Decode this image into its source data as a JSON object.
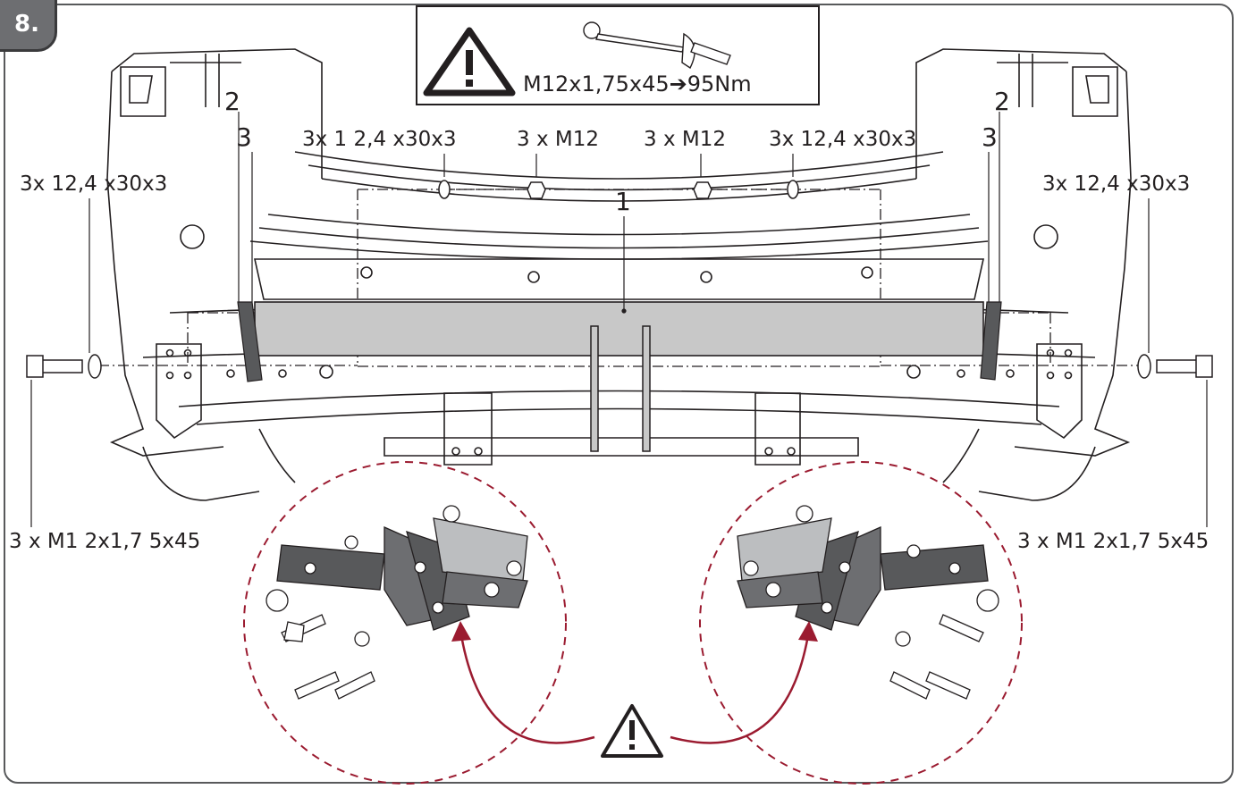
{
  "step": {
    "number": "8."
  },
  "torque_box": {
    "spec": "M12x1,75x45➔95Nm",
    "warning_icon": "warning-triangle-icon",
    "tool_icon": "torque-wrench-icon"
  },
  "part_numbers": {
    "p1": "1",
    "p2_left": "2",
    "p2_right": "2",
    "p3_left": "3",
    "p3_right": "3"
  },
  "labels": {
    "washer_upper_left": "3x 1 2,4 x30x3",
    "nut_upper_left": "3 x M12",
    "nut_upper_right": "3 x M12",
    "washer_upper_right": "3x  12,4 x30x3",
    "washer_side_left": "3x  12,4 x30x3",
    "washer_side_right": "3x  12,4 x30x3",
    "bolt_left": "3 x M1 2x1,7 5x45",
    "bolt_right": "3 x M1 2x1,7 5x45"
  },
  "colors": {
    "line": "#231f20",
    "bar": "#c8c8c8",
    "plate": "#58595b",
    "arrow": "#9b1b30",
    "badge": "#6d6e71"
  },
  "bottom_warning": {
    "icon": "warning-triangle-icon"
  }
}
